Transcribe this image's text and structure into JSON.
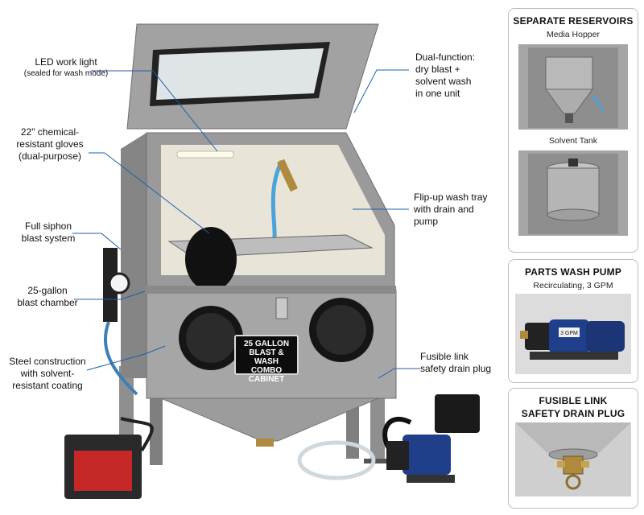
{
  "callouts": {
    "led": {
      "title": "LED work light",
      "sub": "(sealed for wash mode)"
    },
    "gloves": {
      "line1": "22\" chemical-",
      "line2": "resistant gloves",
      "line3": "(dual-purpose)"
    },
    "siphon": {
      "line1": "Full siphon",
      "line2": "blast system"
    },
    "chamber": {
      "line1": "25-gallon",
      "line2": "blast chamber"
    },
    "steel": {
      "line1": "Steel construction",
      "line2": "with solvent-",
      "line3": "resistant coating"
    },
    "dual": {
      "line1": "Dual-function:",
      "line2": "dry blast +",
      "line3": "solvent wash",
      "line4": "in one unit"
    },
    "tray": {
      "line1": "Flip-up wash tray",
      "line2": "with drain and",
      "line3": "pump"
    },
    "fusible": {
      "line1": "Fusible link",
      "line2": "safety drain plug"
    }
  },
  "plate": {
    "line1": "25 GALLON",
    "line2": "BLAST & WASH",
    "line3": "COMBO CABINET"
  },
  "pump_label": "3 GPM",
  "panels": {
    "reservoirs": {
      "title": "SEPARATE RESERVOIRS",
      "hopper": "Media Hopper",
      "tank": "Solvent Tank"
    },
    "pump": {
      "title": "PARTS WASH PUMP",
      "sub": "Recirculating, 3 GPM",
      "label": "3 GPM"
    },
    "drain": {
      "title": "FUSIBLE LINK",
      "title2": "SAFETY DRAIN PLUG"
    }
  },
  "colors": {
    "cabinet": "#9a9a9a",
    "cabinet_dark": "#6e6e6e",
    "interior": "#e9e4d8",
    "pump_blue": "#1f3f8a",
    "pedal_red": "#c62828",
    "hose_blue": "#4aa3d9"
  }
}
